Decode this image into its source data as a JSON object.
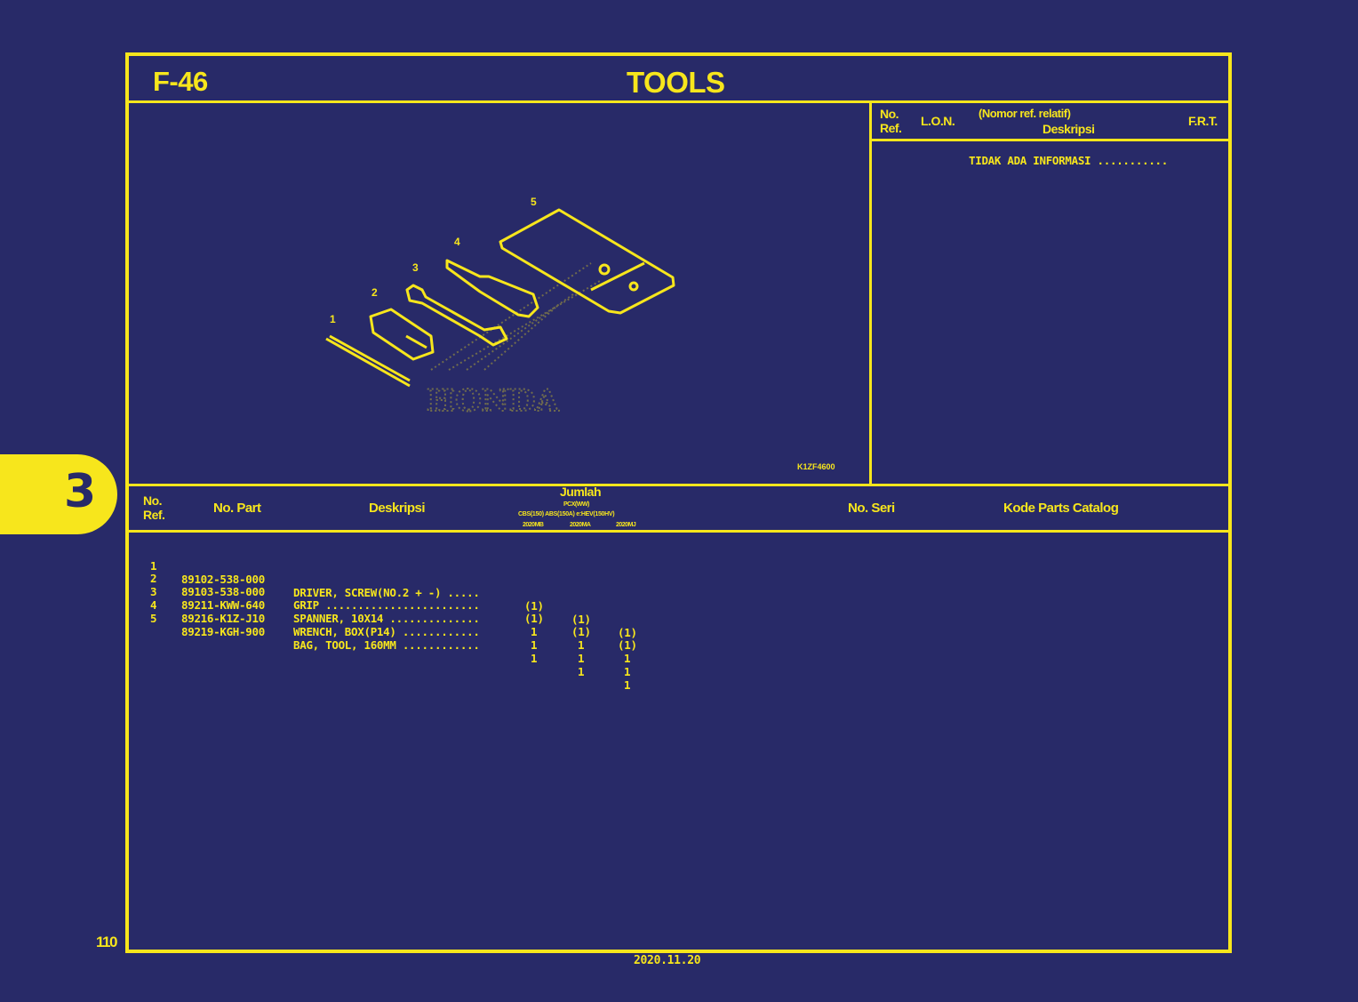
{
  "page": {
    "code": "F-46",
    "title": "TOOLS",
    "page_number": "110",
    "date": "2020.11.20",
    "section_tab": "3"
  },
  "colors": {
    "background": "#282a68",
    "foreground": "#f7e61c"
  },
  "diagram": {
    "code": "K1ZF4600",
    "callouts": [
      "1",
      "2",
      "3",
      "4",
      "5"
    ],
    "watermark": "HONDA"
  },
  "reference_panel": {
    "headers": {
      "no_ref_1": "No.",
      "no_ref_2": "Ref.",
      "lon": "L.O.N.",
      "nomor": "(Nomor ref. relatif)",
      "deskripsi": "Deskripsi",
      "frt": "F.R.T."
    },
    "message": "TIDAK ADA INFORMASI ..........."
  },
  "parts_table": {
    "headers": {
      "no_ref_1": "No.",
      "no_ref_2": "Ref.",
      "no_part": "No. Part",
      "deskripsi": "Deskripsi",
      "jumlah": "Jumlah",
      "model": "PCX(WW)",
      "variants": "CBS(150) ABS(150A) e:HEV(150HV)",
      "years": [
        "2020MB",
        "2020MA",
        "2020MJ"
      ],
      "no_seri": "No. Seri",
      "kode": "Kode Parts Catalog"
    },
    "rows": [
      {
        "ref": "1",
        "part": "89102-538-000",
        "desc": "DRIVER, SCREW(NO.2 + -) .....",
        "qty": [
          "(1)",
          "(1)",
          "(1)"
        ]
      },
      {
        "ref": "2",
        "part": "89103-538-000",
        "desc": "GRIP ........................",
        "qty": [
          "(1)",
          "(1)",
          "(1)"
        ]
      },
      {
        "ref": "3",
        "part": "89211-KWW-640",
        "desc": "SPANNER, 10X14 ..............",
        "qty": [
          "1",
          "1",
          "1"
        ]
      },
      {
        "ref": "4",
        "part": "89216-K1Z-J10",
        "desc": "WRENCH, BOX(P14) ............",
        "qty": [
          "1",
          "1",
          "1"
        ]
      },
      {
        "ref": "5",
        "part": "89219-KGH-900",
        "desc": "BAG, TOOL, 160MM ............",
        "qty": [
          "1",
          "1",
          "1"
        ]
      }
    ]
  }
}
